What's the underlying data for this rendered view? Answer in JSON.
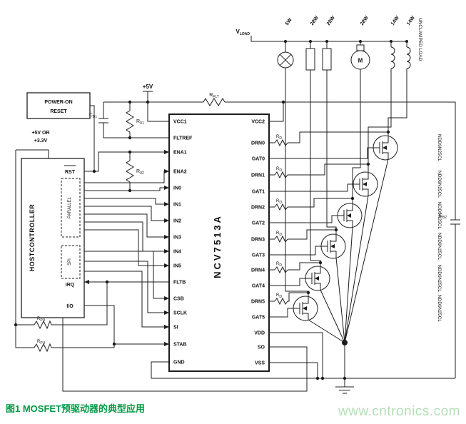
{
  "caption": "图1  MOSFET预驱动器的典型应用",
  "watermark": "www.cntronics.com",
  "colors": {
    "caption_green": "#009944",
    "watermark_green": "#b4dfb6",
    "line": "#1c1c1c"
  },
  "supply": {
    "v5": "+5V",
    "host_line1": "+5V OR",
    "host_line2": "+3.3V"
  },
  "vload": {
    "main": "V",
    "sub": "LOAD"
  },
  "por": {
    "line1": "POWER-ON",
    "line2": "RESET"
  },
  "host": {
    "title": "HOSTCONTROLLER",
    "rst": "RST",
    "parallel": "PARALLEL",
    "spi": "SPI",
    "irq": "IRQ",
    "io": "I/O"
  },
  "ic": {
    "name": "NCV7513A",
    "left_pins": [
      "VCC1",
      "FLTREF",
      "ENA1",
      "ENA2",
      "IN0",
      "IN1",
      "IN2",
      "IN3",
      "IN4",
      "IN5",
      "FLTB",
      "CSB",
      "SCLK",
      "SI",
      "STAB",
      "GND"
    ],
    "right_pins": [
      "VCC2",
      "DRN0",
      "GAT0",
      "DRN1",
      "GAT1",
      "DRN2",
      "GAT2",
      "DRN3",
      "GAT3",
      "DRN4",
      "GAT4",
      "DRN5",
      "GAT5",
      "VDD",
      "SO",
      "VSS"
    ]
  },
  "components": {
    "rflt": {
      "main": "R",
      "sub": "FLT"
    },
    "cb1": {
      "main": "C",
      "sub": "B1"
    },
    "cb2": {
      "main": "C",
      "sub": "B2"
    },
    "r01": {
      "main": "R",
      "sub": "01"
    },
    "r02": {
      "main": "R",
      "sub": "02"
    },
    "rpu": {
      "main": "R",
      "sub": "PU"
    },
    "rd": {
      "main": "R",
      "sub": "D"
    },
    "motor": "M"
  },
  "loads": {
    "watts": [
      "5W",
      "28W",
      "28W",
      "28W",
      "14W",
      "14W"
    ],
    "unclamped": "UNCLAMPED LOAD"
  },
  "mosfets": {
    "part": "NDD9N25CL"
  }
}
